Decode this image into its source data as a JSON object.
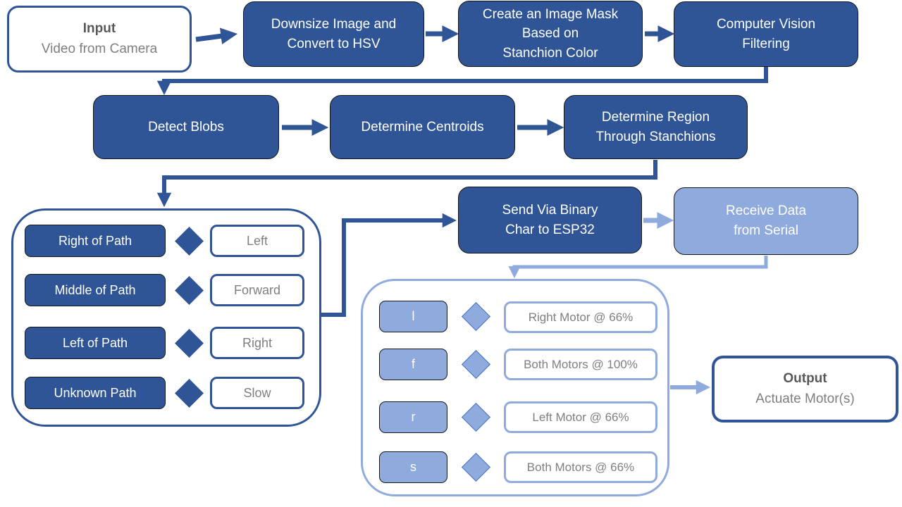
{
  "colors": {
    "dark_blue": "#2F5597",
    "light_blue": "#8FAADC",
    "gray_text": "#7F7F7F",
    "dark_gray_text": "#595959"
  },
  "nodes": {
    "input": {
      "title": "Input",
      "subtitle": "Video from Camera"
    },
    "downsize": {
      "label": "Downsize Image and\nConvert to HSV"
    },
    "mask": {
      "label": "Create an Image Mask\nBased on\nStanchion Color"
    },
    "cv_filter": {
      "label": "Computer Vision\nFiltering"
    },
    "detect_blobs": {
      "label": "Detect Blobs"
    },
    "centroids": {
      "label": "Determine Centroids"
    },
    "region": {
      "label": "Determine Region\nThrough Stanchions"
    },
    "send": {
      "label": "Send Via Binary\nChar to ESP32"
    },
    "receive": {
      "label": "Receive Data\nfrom Serial"
    },
    "output": {
      "title": "Output",
      "subtitle": "Actuate Motor(s)"
    }
  },
  "decision_map": [
    {
      "condition": "Right of Path",
      "action": "Left"
    },
    {
      "condition": "Middle of Path",
      "action": "Forward"
    },
    {
      "condition": "Left of Path",
      "action": "Right"
    },
    {
      "condition": "Unknown Path",
      "action": "Slow"
    }
  ],
  "serial_command_map": [
    {
      "char": "l",
      "action": "Right Motor @ 66%"
    },
    {
      "char": "f",
      "action": "Both Motors @ 100%"
    },
    {
      "char": "r",
      "action": "Left Motor @ 66%"
    },
    {
      "char": "s",
      "action": "Both Motors @ 66%"
    }
  ]
}
